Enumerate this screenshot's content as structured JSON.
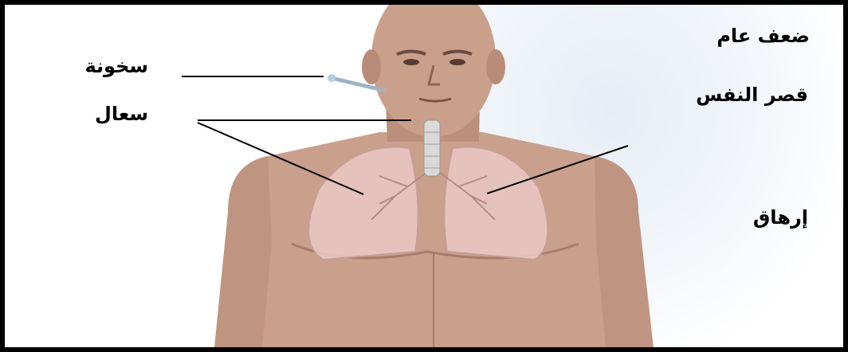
{
  "labels": {
    "fever": "سخونة",
    "cough": "سعال",
    "general_weakness": "ضعف عام",
    "shortness_of_breath": "قصر النفس",
    "fatigue": "إرهاق"
  },
  "colors": {
    "skin": "#c9a08c",
    "skin_shadow": "#a97d6b",
    "lung": "#e9c6c2",
    "trachea": "#d9d9d9",
    "leader_line": "#000000",
    "border": "#000000"
  }
}
